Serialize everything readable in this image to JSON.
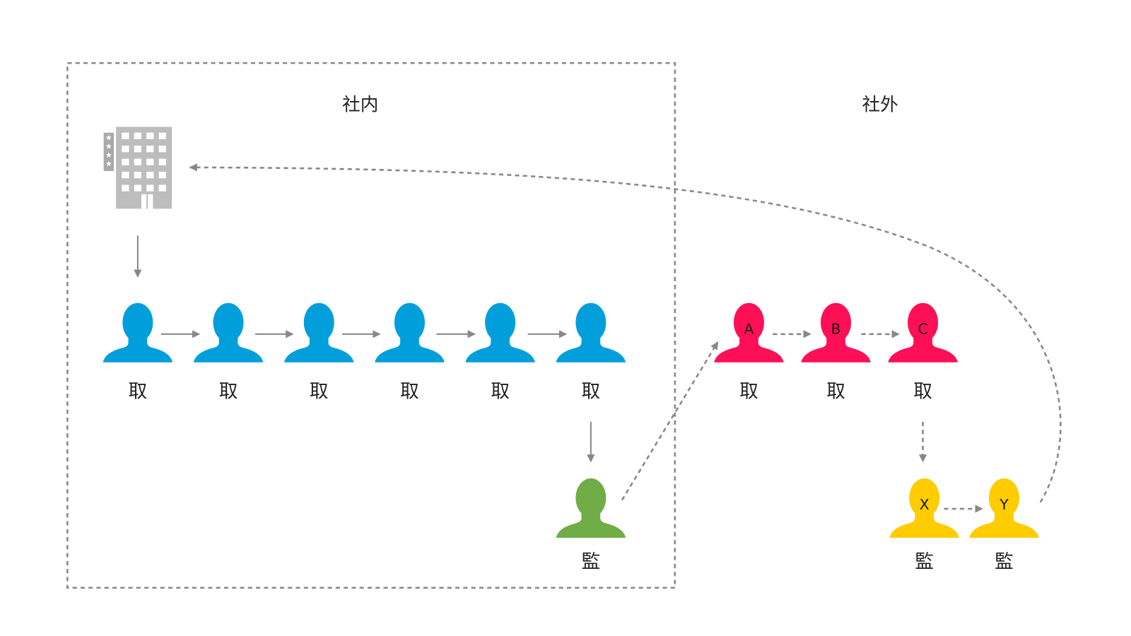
{
  "sections": {
    "internal_label": "社内",
    "external_label": "社外"
  },
  "colors": {
    "internal_director": "#009fdc",
    "internal_auditor": "#70ad47",
    "external_director": "#ff0f55",
    "external_auditor": "#ffcc00",
    "arrow": "#888888",
    "building": "#bdbdbd"
  },
  "icons": {
    "building": "building-icon",
    "person": "person-icon"
  },
  "internal_directors": [
    {
      "role": "取"
    },
    {
      "role": "取"
    },
    {
      "role": "取"
    },
    {
      "role": "取"
    },
    {
      "role": "取"
    },
    {
      "role": "取"
    }
  ],
  "internal_auditor": {
    "role": "監"
  },
  "external_directors": [
    {
      "letter": "A",
      "role": "取"
    },
    {
      "letter": "B",
      "role": "取"
    },
    {
      "letter": "C",
      "role": "取"
    }
  ],
  "external_auditors": [
    {
      "letter": "X",
      "role": "監"
    },
    {
      "letter": "Y",
      "role": "監"
    }
  ]
}
